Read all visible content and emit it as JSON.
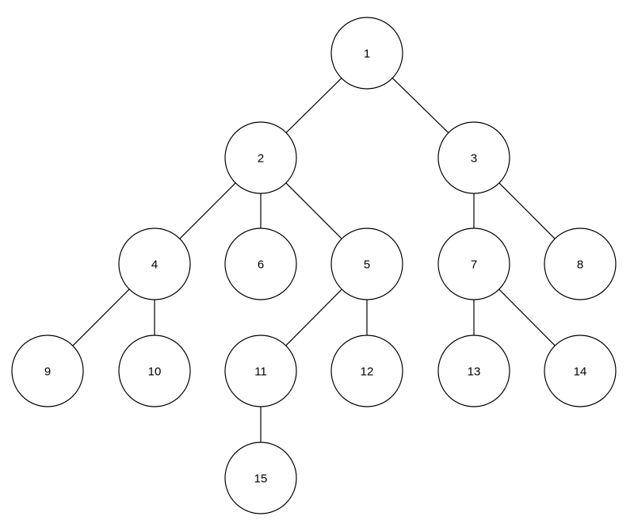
{
  "tree": {
    "nodes": [
      {
        "id": "1"
      },
      {
        "id": "2"
      },
      {
        "id": "3"
      },
      {
        "id": "4"
      },
      {
        "id": "6"
      },
      {
        "id": "5"
      },
      {
        "id": "7"
      },
      {
        "id": "8"
      },
      {
        "id": "9"
      },
      {
        "id": "10"
      },
      {
        "id": "11"
      },
      {
        "id": "12"
      },
      {
        "id": "13"
      },
      {
        "id": "14"
      },
      {
        "id": "15"
      }
    ],
    "edges": [
      [
        "1",
        "2"
      ],
      [
        "1",
        "3"
      ],
      [
        "2",
        "4"
      ],
      [
        "2",
        "6"
      ],
      [
        "2",
        "5"
      ],
      [
        "3",
        "7"
      ],
      [
        "3",
        "8"
      ],
      [
        "4",
        "9"
      ],
      [
        "4",
        "10"
      ],
      [
        "5",
        "11"
      ],
      [
        "5",
        "12"
      ],
      [
        "7",
        "13"
      ],
      [
        "7",
        "14"
      ],
      [
        "11",
        "15"
      ]
    ],
    "colors": {
      "stroke": "#000000",
      "fill": "#ffffff",
      "text": "#000000"
    }
  }
}
